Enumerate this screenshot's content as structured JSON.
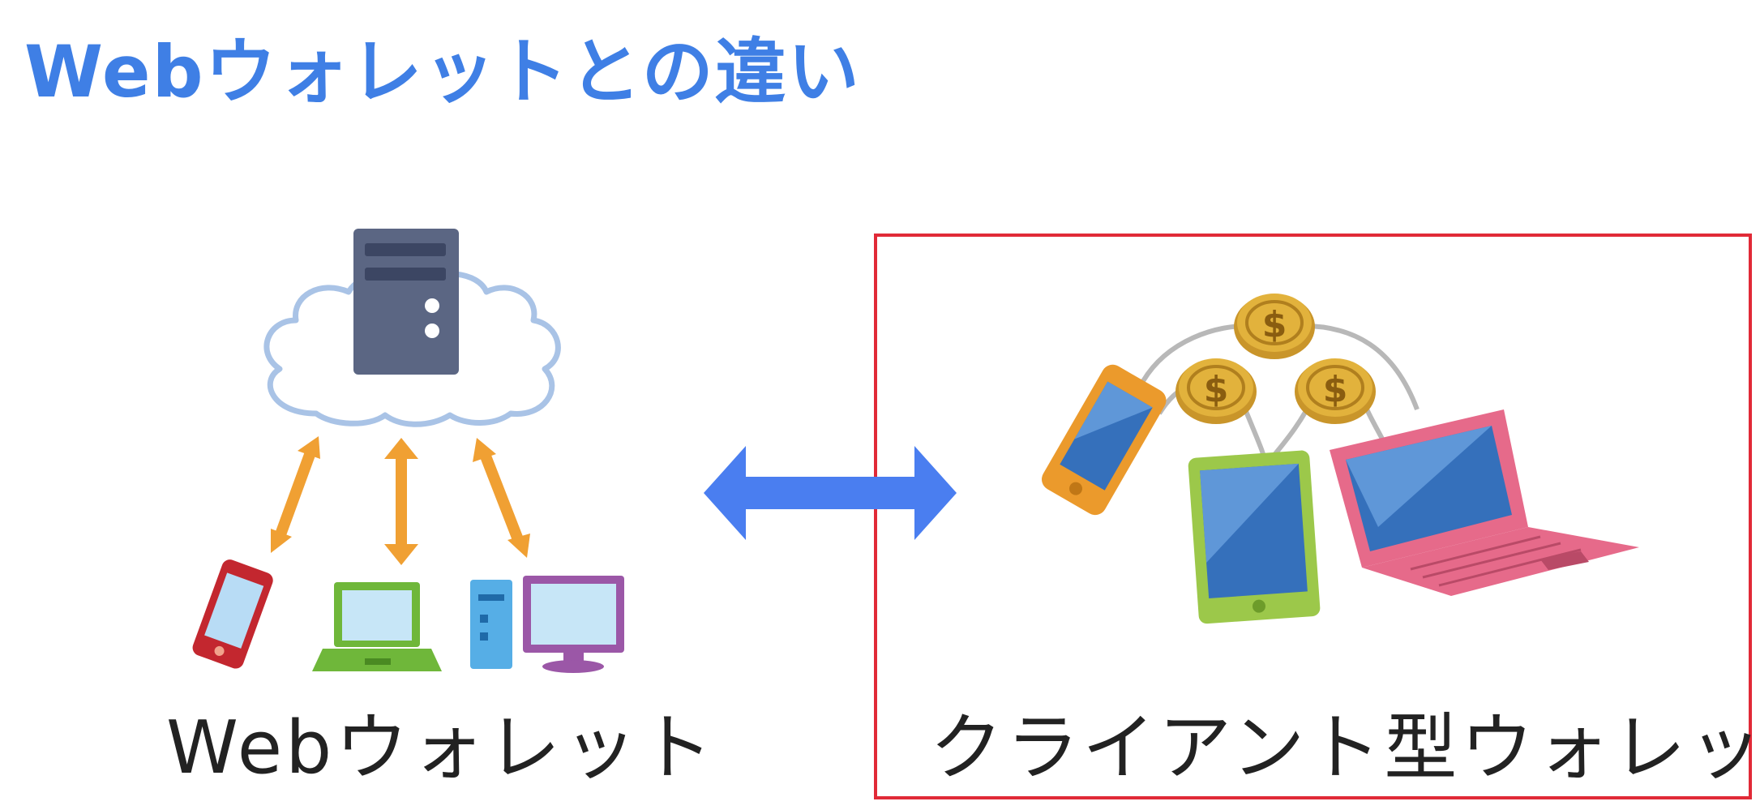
{
  "title": "Webウォレットとの違い",
  "web_wallet": {
    "label": "Webウォレット",
    "icons": [
      "cloud-icon",
      "server-icon",
      "smartphone-icon",
      "laptop-icon",
      "desktop-computer-icon",
      "bidirectional-arrow-icon"
    ]
  },
  "client_wallet": {
    "label": "クライアント型ウォレット",
    "icons": [
      "dollar-coin-icon",
      "smartphone-icon",
      "tablet-icon",
      "laptop-icon"
    ],
    "highlighted": true
  },
  "comparison_arrow": "double-headed-arrow-icon",
  "colors": {
    "title": "#3f7fe5",
    "comparison_arrow": "#4a7ef0",
    "device_arrows": "#f0a033",
    "highlight_border": "#e12a37",
    "server": "#5b6683",
    "cloud_outline": "#a9c3e6",
    "coin": "#e2b23c"
  }
}
